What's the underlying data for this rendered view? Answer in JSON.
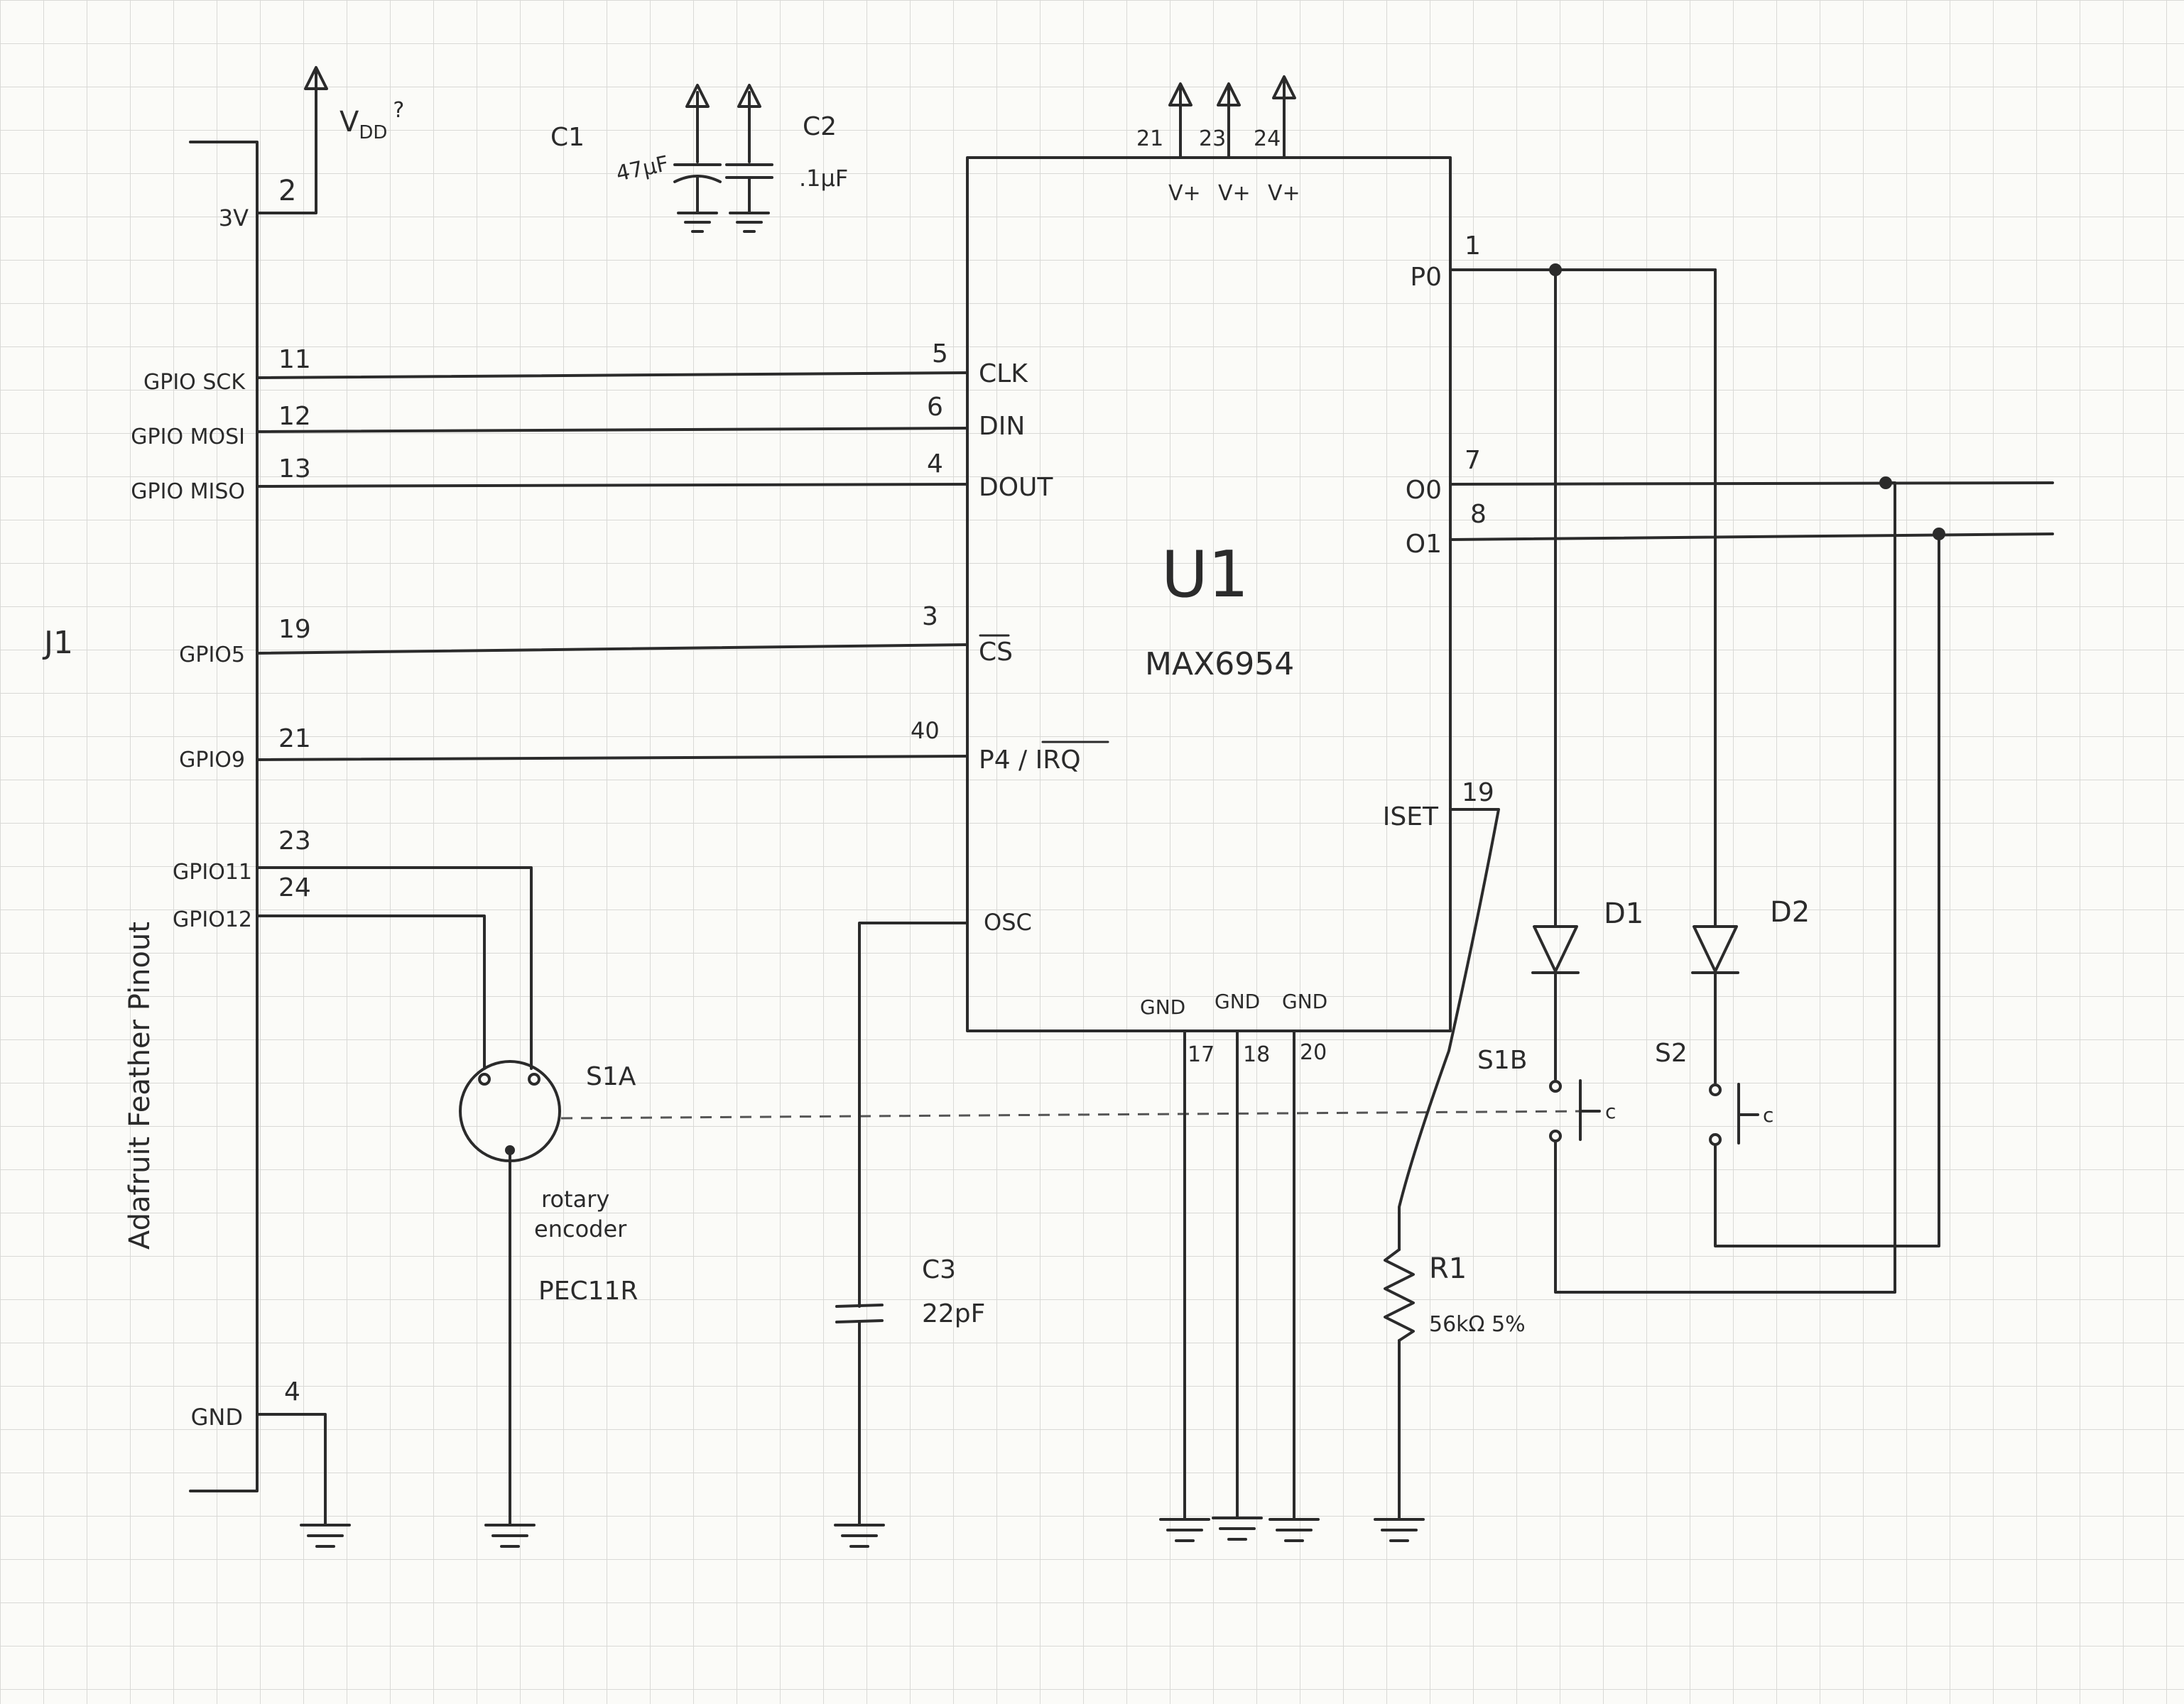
{
  "vdd": {
    "label": "V",
    "sub": "DD",
    "note": "?"
  },
  "j1": {
    "ref": "J1",
    "caption": "Adafruit Feather Pinout",
    "pins": [
      {
        "name": "3V",
        "num": "2"
      },
      {
        "name": "GPIO SCK",
        "num": "11"
      },
      {
        "name": "GPIO MOSI",
        "num": "12"
      },
      {
        "name": "GPIO MISO",
        "num": "13"
      },
      {
        "name": "GPIO5",
        "num": "19"
      },
      {
        "name": "GPIO9",
        "num": "21"
      },
      {
        "name": "GPIO11",
        "num": "23"
      },
      {
        "name": "GPIO12",
        "num": "24"
      },
      {
        "name": "GND",
        "num": "4"
      }
    ]
  },
  "c1": {
    "ref": "C1",
    "value": "47µF"
  },
  "c2": {
    "ref": "C2",
    "value": ".1µF"
  },
  "c3": {
    "ref": "C3",
    "value": "22pF"
  },
  "u1": {
    "ref": "U1",
    "part": "MAX6954",
    "top_pins": [
      {
        "num": "21",
        "name": "V+"
      },
      {
        "num": "23",
        "name": "V+"
      },
      {
        "num": "24",
        "name": "V+"
      }
    ],
    "left_pins": [
      {
        "num": "5",
        "name": "CLK"
      },
      {
        "num": "6",
        "name": "DIN"
      },
      {
        "num": "4",
        "name": "DOUT"
      },
      {
        "num": "3",
        "name": "CS"
      },
      {
        "num": "40",
        "name": "P4 / IRQ"
      },
      {
        "num": "",
        "name": "OSC"
      }
    ],
    "right_pins": [
      {
        "num": "1",
        "name": "P0"
      },
      {
        "num": "7",
        "name": "O0"
      },
      {
        "num": "8",
        "name": "O1"
      },
      {
        "num": "19",
        "name": "ISET"
      }
    ],
    "bottom_pins": [
      {
        "num": "17",
        "name": "GND"
      },
      {
        "num": "18",
        "name": "GND"
      },
      {
        "num": "20",
        "name": "GND"
      }
    ]
  },
  "r1": {
    "ref": "R1",
    "value": "56kΩ 5%"
  },
  "d1": {
    "ref": "D1"
  },
  "d2": {
    "ref": "D2"
  },
  "s1a": {
    "ref": "S1A",
    "desc1": "rotary",
    "desc2": "encoder",
    "part": "PEC11R"
  },
  "s1b": {
    "ref": "S1B",
    "c": "c"
  },
  "s2": {
    "ref": "S2",
    "c": "c"
  }
}
